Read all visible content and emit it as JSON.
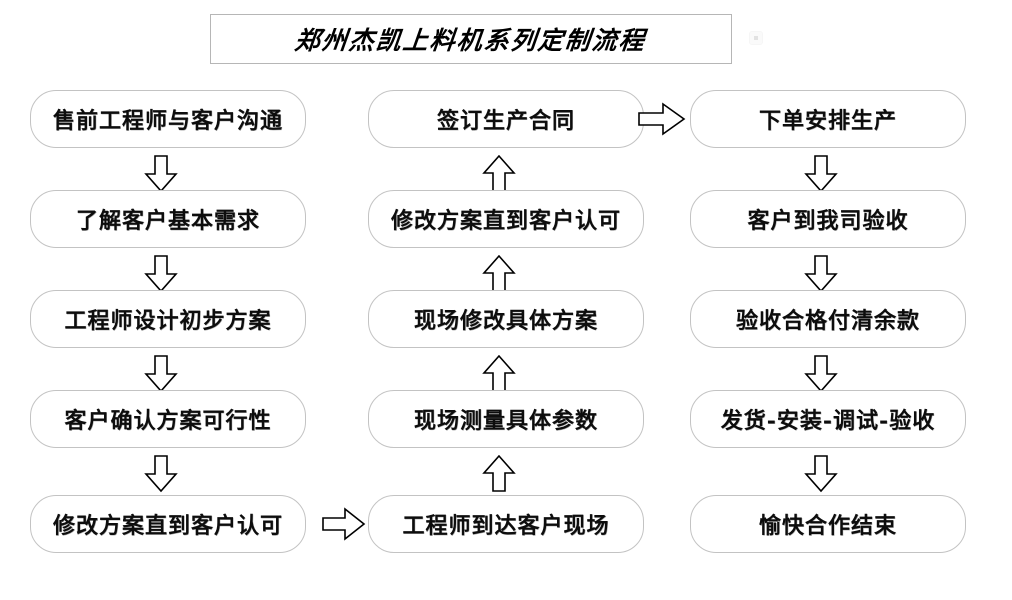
{
  "title": {
    "text": "郑州杰凯上料机系列定制流程"
  },
  "colors": {
    "box_border": "#c3c3c3",
    "title_border": "#b6b6b6",
    "text": "#0d0d0d",
    "arrow_stroke": "#000000",
    "background": "#ffffff"
  },
  "columns": [
    {
      "name": "column-1",
      "nodes": [
        {
          "label": "售前工程师与客户沟通"
        },
        {
          "label": "了解客户基本需求"
        },
        {
          "label": "工程师设计初步方案"
        },
        {
          "label": "客户确认方案可行性"
        },
        {
          "label": "修改方案直到客户认可"
        }
      ]
    },
    {
      "name": "column-2",
      "nodes": [
        {
          "label": "签订生产合同"
        },
        {
          "label": "修改方案直到客户认可"
        },
        {
          "label": "现场修改具体方案"
        },
        {
          "label": "现场测量具体参数"
        },
        {
          "label": "工程师到达客户现场"
        }
      ]
    },
    {
      "name": "column-3",
      "nodes": [
        {
          "label": "下单安排生产"
        },
        {
          "label": "客户到我司验收"
        },
        {
          "label": "验收合格付清余款"
        },
        {
          "label": "发货-安装-调试-验收"
        },
        {
          "label": "愉快合作结束"
        }
      ]
    }
  ],
  "connectors": [
    {
      "name": "arrow-col1-1-2",
      "direction": "down"
    },
    {
      "name": "arrow-col1-2-3",
      "direction": "down"
    },
    {
      "name": "arrow-col1-3-4",
      "direction": "down"
    },
    {
      "name": "arrow-col1-4-5",
      "direction": "down"
    },
    {
      "name": "arrow-col1-to-col2",
      "direction": "right"
    },
    {
      "name": "arrow-col2-5-4",
      "direction": "up"
    },
    {
      "name": "arrow-col2-4-3",
      "direction": "up"
    },
    {
      "name": "arrow-col2-3-2",
      "direction": "up"
    },
    {
      "name": "arrow-col2-2-1",
      "direction": "up"
    },
    {
      "name": "arrow-col2-to-col3",
      "direction": "right"
    },
    {
      "name": "arrow-col3-1-2",
      "direction": "down"
    },
    {
      "name": "arrow-col3-2-3",
      "direction": "down"
    },
    {
      "name": "arrow-col3-3-4",
      "direction": "down"
    },
    {
      "name": "arrow-col3-4-5",
      "direction": "down"
    }
  ]
}
